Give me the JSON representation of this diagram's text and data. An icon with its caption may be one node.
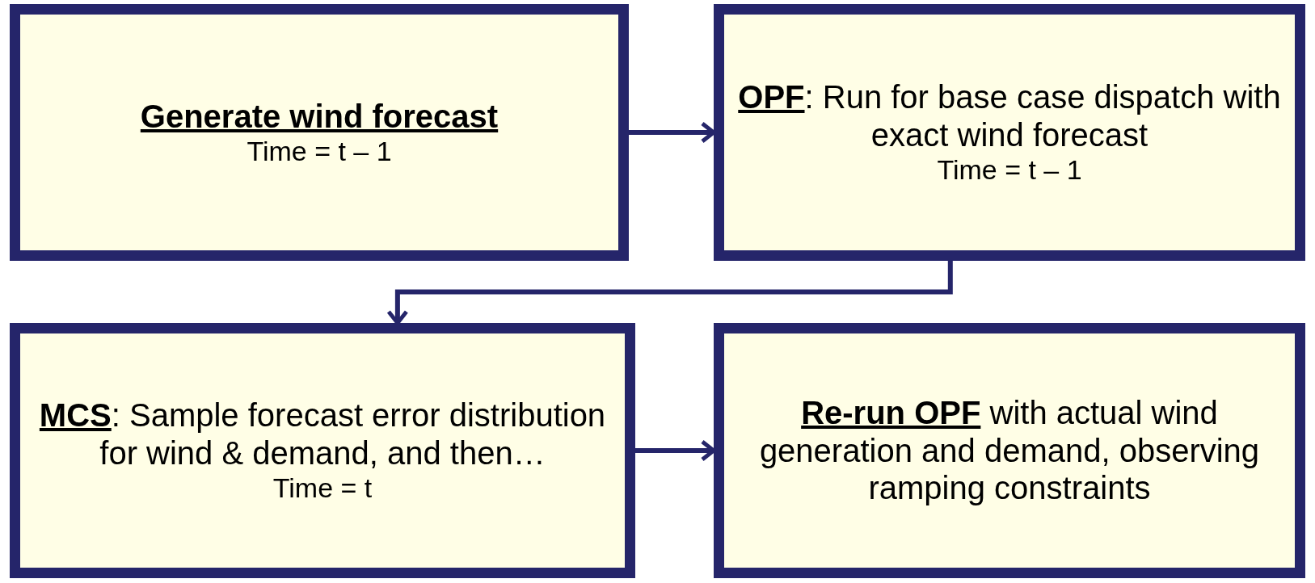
{
  "diagram": {
    "nodes": [
      {
        "text": [
          "Generate wind forecast",
          "Time = t – 1"
        ]
      },
      {
        "text": [
          "**OPF**:  Run for base case dispatch with exact wind forecast",
          "Time = t – 1"
        ]
      },
      {
        "text": [
          "**MCS**:  Sample forecast error distribution for wind & demand, and then…",
          "Time = t"
        ]
      },
      {
        "text": [
          "**Re-run OPF** with actual wind generation and demand, observing ramping constraints"
        ]
      }
    ],
    "edges": [
      {
        "from": 0,
        "to": 1,
        "arrow": "to"
      },
      {
        "from": 1,
        "to": 2,
        "arrow": "to"
      },
      {
        "from": 2,
        "to": 3,
        "arrow": "to"
      }
    ]
  }
}
